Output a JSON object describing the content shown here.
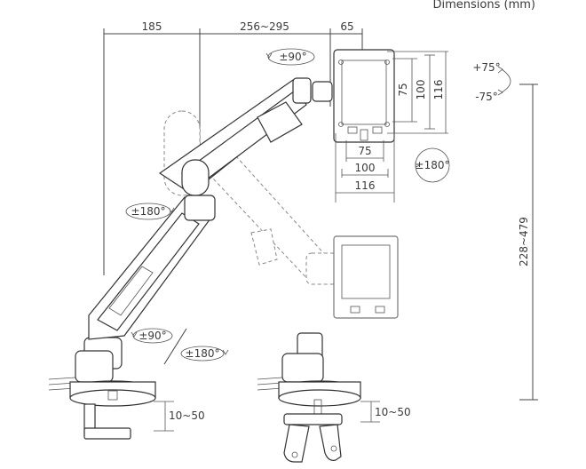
{
  "title": "Dimensions (mm)",
  "top_dims": {
    "base_to_joint": "185",
    "arm_length": "256~295",
    "head_depth": "65"
  },
  "vesa": {
    "v75": "75",
    "v100": "100",
    "v116": "116",
    "h75": "75",
    "h100": "100",
    "h116": "116"
  },
  "rotations": {
    "head_swivel": "±90°",
    "tilt_up": "+75°",
    "tilt_down": "-75°",
    "screen_rotate": "±180°",
    "elbow_rotate": "±180°",
    "base_swivel": "±90°",
    "base_rotate": "±180°"
  },
  "height_range": "228~479",
  "clamp_range": "10~50",
  "grommet_range": "10~50"
}
